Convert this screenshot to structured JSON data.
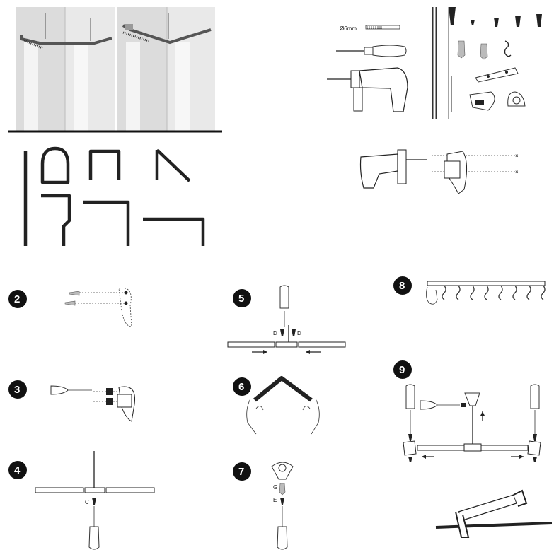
{
  "steps": {
    "s2": "2",
    "s3": "3",
    "s4": "4",
    "s5": "5",
    "s6": "6",
    "s7": "7",
    "s8": "8",
    "s9": "9"
  },
  "labels": {
    "drill_bit": "Ø6mm",
    "screw_c": "C",
    "screw_d_left": "D",
    "screw_d_right": "D",
    "part_g": "G",
    "screw_e": "E"
  },
  "colors": {
    "wall_light": "#e6e6e6",
    "wall_dark": "#c8c8c8",
    "floor": "#111111",
    "badge": "#111111"
  }
}
